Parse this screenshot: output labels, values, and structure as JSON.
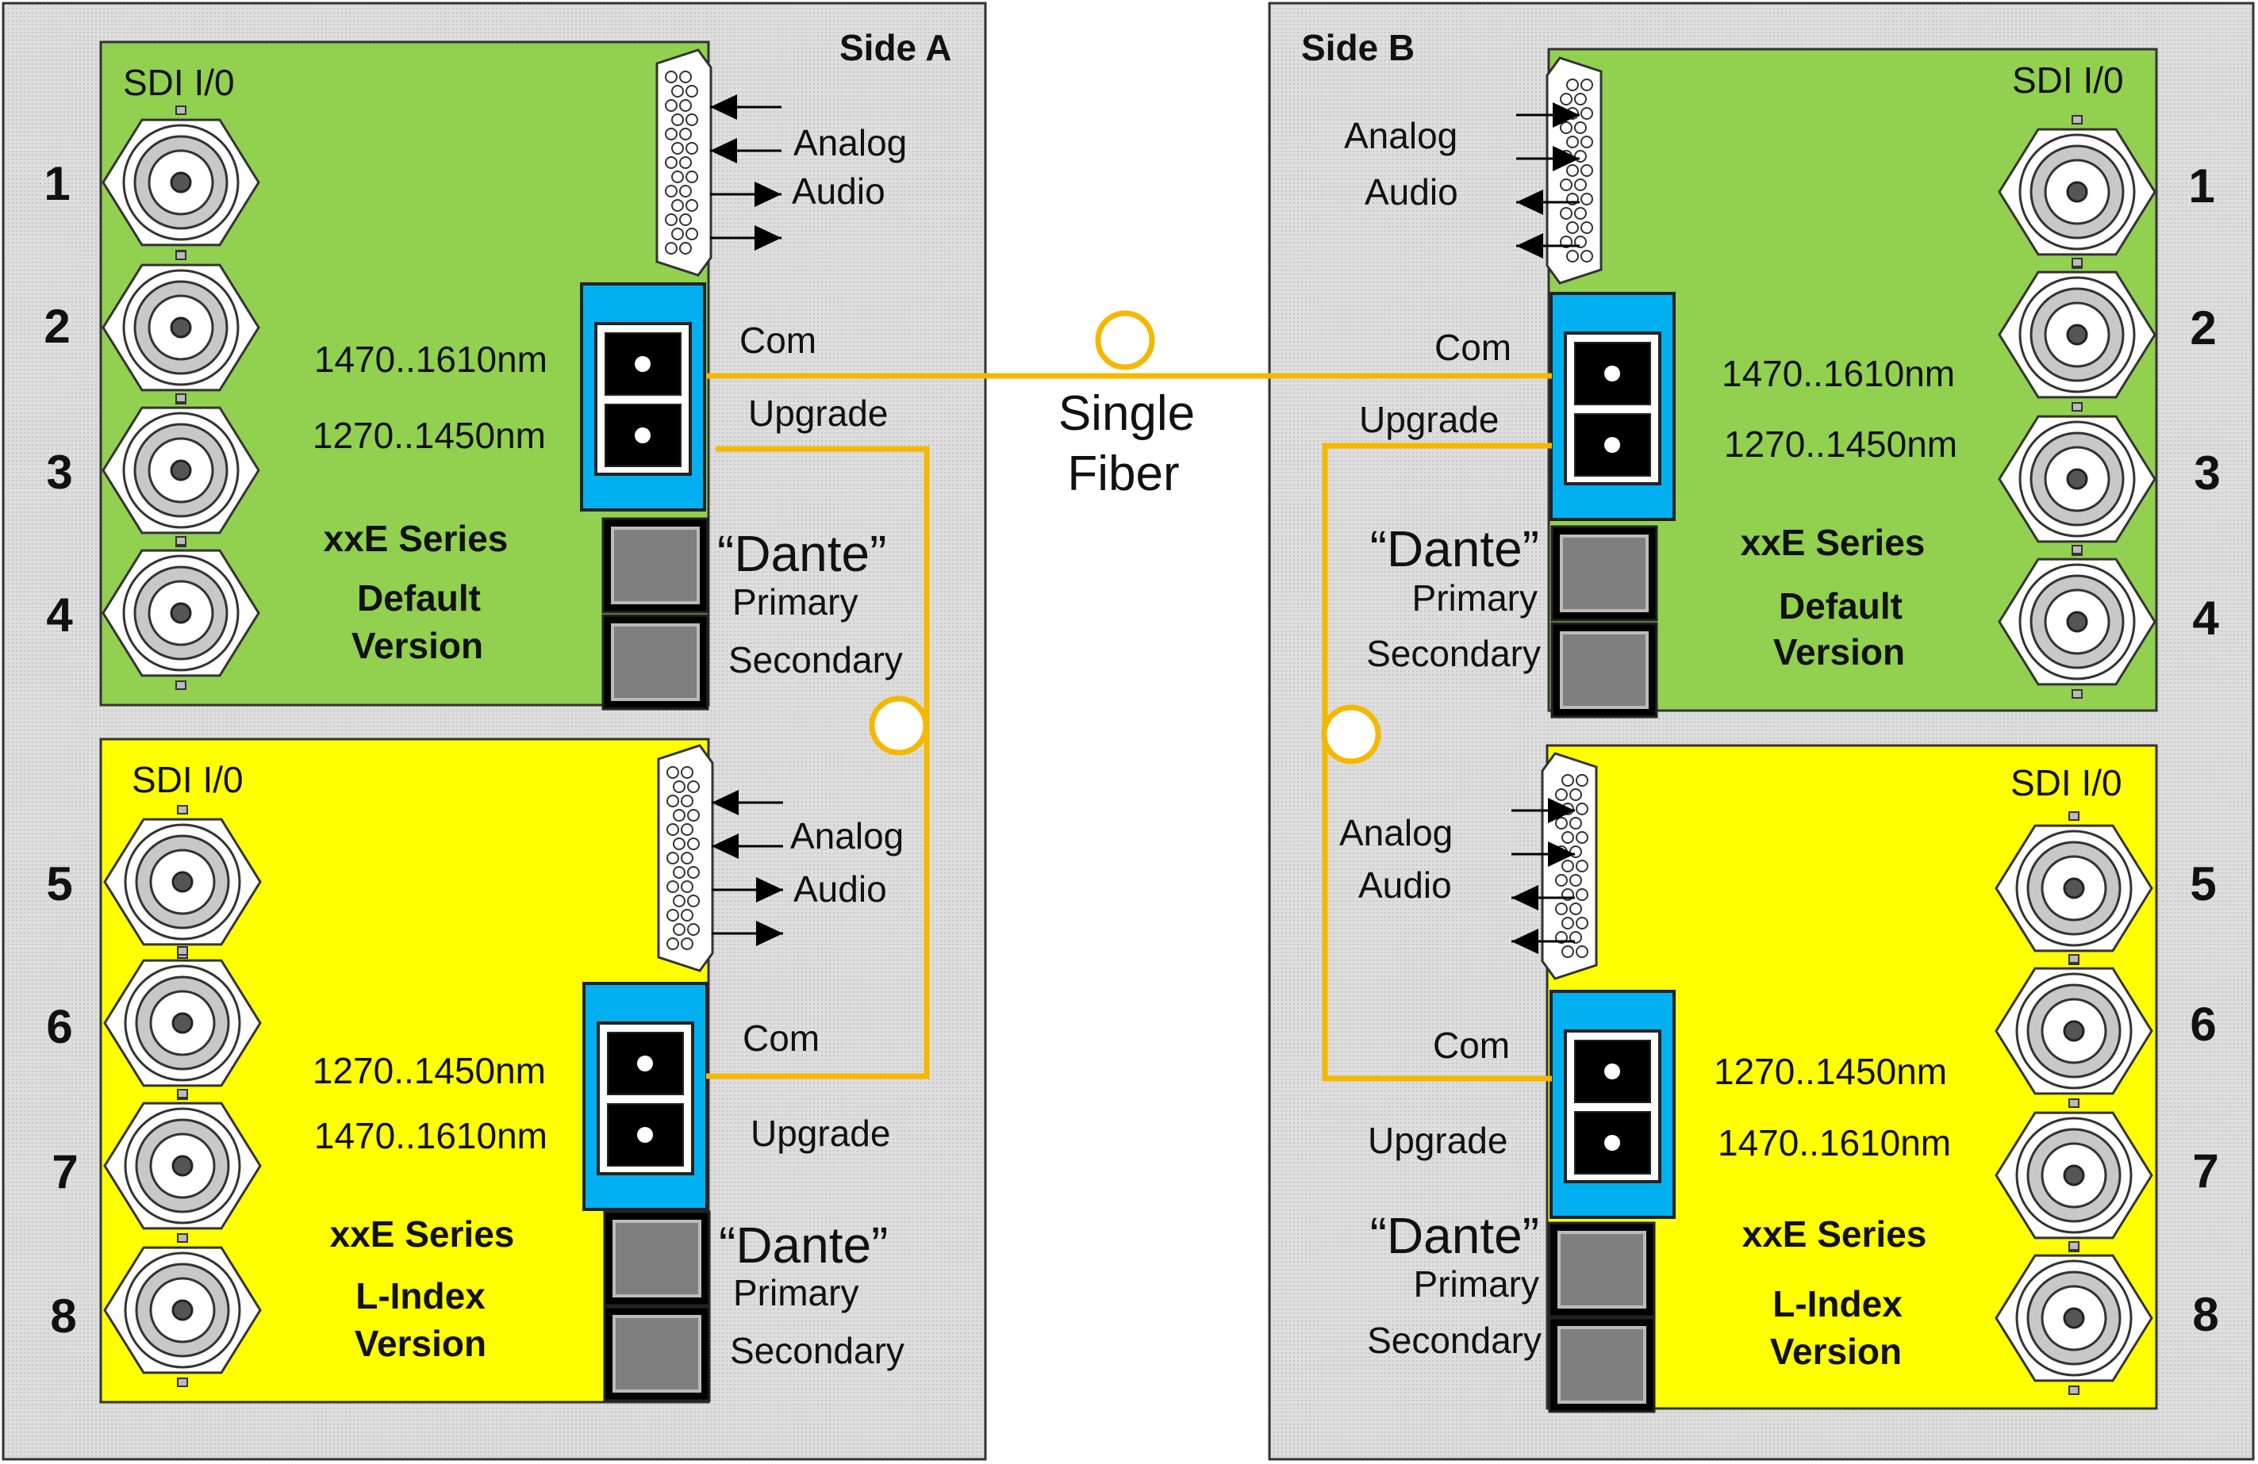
{
  "colors": {
    "panel_bg": "#dedede",
    "card_green": "#92d050",
    "card_yellow": "#ffff00",
    "sfp_blue": "#00b0f0",
    "fiber": "#f5b800",
    "bnc_fill": "#c8c8c8",
    "rj45_fill": "#7f7f7f"
  },
  "fiber_label": {
    "line1": "Single",
    "line2": "Fiber"
  },
  "sides": [
    {
      "title": "Side A",
      "cards": [
        {
          "sdi_label": "SDI I/0",
          "ports": [
            "1",
            "2",
            "3",
            "4"
          ],
          "analog_line1": "Analog",
          "analog_line2": "Audio",
          "com_label": "Com",
          "upgrade_label": "Upgrade",
          "wl_top": "1470..1610nm",
          "wl_bottom": "1270..1450nm",
          "dante": "“Dante”",
          "primary": "Primary",
          "secondary": "Secondary",
          "series": "xxE Series",
          "version_line1": "Default",
          "version_line2": "Version"
        },
        {
          "sdi_label": "SDI I/0",
          "ports": [
            "5",
            "6",
            "7",
            "8"
          ],
          "analog_line1": "Analog",
          "analog_line2": "Audio",
          "com_label": "Com",
          "upgrade_label": "Upgrade",
          "wl_top": "1270..1450nm",
          "wl_bottom": "1470..1610nm",
          "dante": "“Dante”",
          "primary": "Primary",
          "secondary": "Secondary",
          "series": "xxE Series",
          "version_line1": "L-Index",
          "version_line2": "Version"
        }
      ]
    },
    {
      "title": "Side B",
      "cards": [
        {
          "sdi_label": "SDI I/0",
          "ports": [
            "1",
            "2",
            "3",
            "4"
          ],
          "analog_line1": "Analog",
          "analog_line2": "Audio",
          "com_label": "Com",
          "upgrade_label": "Upgrade",
          "wl_top": "1470..1610nm",
          "wl_bottom": "1270..1450nm",
          "dante": "“Dante”",
          "primary": "Primary",
          "secondary": "Secondary",
          "series": "xxE Series",
          "version_line1": "Default",
          "version_line2": "Version"
        },
        {
          "sdi_label": "SDI I/0",
          "ports": [
            "5",
            "6",
            "7",
            "8"
          ],
          "analog_line1": "Analog",
          "analog_line2": "Audio",
          "com_label": "Com",
          "upgrade_label": "Upgrade",
          "wl_top": "1270..1450nm",
          "wl_bottom": "1470..1610nm",
          "dante": "“Dante”",
          "primary": "Primary",
          "secondary": "Secondary",
          "series": "xxE Series",
          "version_line1": "L-Index",
          "version_line2": "Version"
        }
      ]
    }
  ]
}
